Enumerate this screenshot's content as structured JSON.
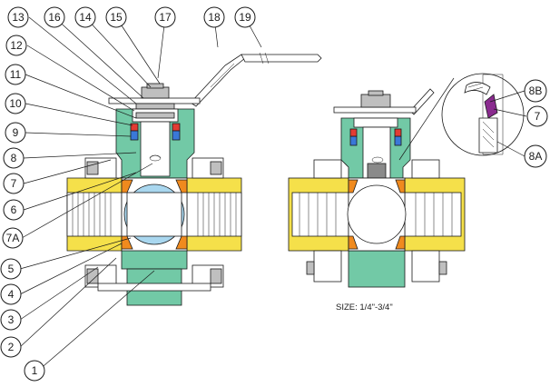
{
  "caption": "SIZE: 1/4\"-3/4\"",
  "colors": {
    "body_end_cap": "#f5e04a",
    "center_body": "#72c9a6",
    "ball": "#a9d7ef",
    "seat": "#f08a1e",
    "stem_packing_blue": "#3a78d8",
    "stem_packing_red": "#e23c33",
    "bolt_gray": "#bfbfbf",
    "gland_purple": "#8a2b8f",
    "dark_line": "#1a1a1a"
  },
  "callouts": [
    {
      "id": "c1",
      "label": "1"
    },
    {
      "id": "c2",
      "label": "2"
    },
    {
      "id": "c3",
      "label": "3"
    },
    {
      "id": "c4",
      "label": "4"
    },
    {
      "id": "c5",
      "label": "5"
    },
    {
      "id": "c6",
      "label": "6"
    },
    {
      "id": "c7",
      "label": "7"
    },
    {
      "id": "c7a",
      "label": "7A"
    },
    {
      "id": "c8",
      "label": "8"
    },
    {
      "id": "c9",
      "label": "9"
    },
    {
      "id": "c10",
      "label": "10"
    },
    {
      "id": "c11",
      "label": "11"
    },
    {
      "id": "c12",
      "label": "12"
    },
    {
      "id": "c13",
      "label": "13"
    },
    {
      "id": "c14",
      "label": "14"
    },
    {
      "id": "c15",
      "label": "15"
    },
    {
      "id": "c16",
      "label": "16"
    },
    {
      "id": "c17",
      "label": "17"
    },
    {
      "id": "c18",
      "label": "18"
    },
    {
      "id": "c19",
      "label": "19"
    },
    {
      "id": "c7r",
      "label": "7"
    },
    {
      "id": "c8a",
      "label": "8A"
    },
    {
      "id": "c8b",
      "label": "8B"
    }
  ]
}
